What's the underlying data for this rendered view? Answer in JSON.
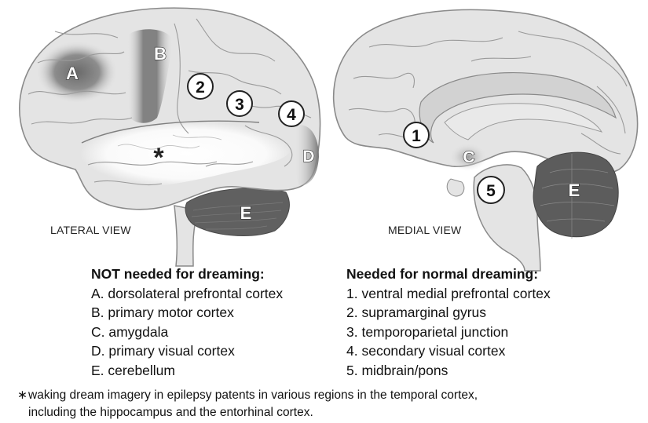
{
  "lateral_view": {
    "caption": "LATERAL VIEW",
    "region_labels": {
      "A": "A",
      "B": "B",
      "D": "D",
      "E": "E"
    },
    "marker_symbol": "*",
    "numbered": [
      "2",
      "3",
      "4"
    ]
  },
  "medial_view": {
    "caption": "MEDIAL VIEW",
    "region_labels": {
      "C": "C",
      "E": "E"
    },
    "numbered": [
      "1",
      "5"
    ]
  },
  "legend_not_needed": {
    "title": "NOT needed for dreaming:",
    "items": [
      "A. dorsolateral prefrontal cortex",
      "B. primary motor cortex",
      "C. amygdala",
      "D. primary visual cortex",
      "E. cerebellum"
    ]
  },
  "legend_needed": {
    "title": "Needed for normal dreaming:",
    "items": [
      "1. ventral medial prefrontal cortex",
      "2. supramarginal gyrus",
      "3. temporoparietal junction",
      "4. secondary visual cortex",
      "5. midbrain/pons"
    ]
  },
  "footnote": {
    "symbol": "∗",
    "line1": "waking dream imagery in epilepsy patents in various regions in the temporal cortex,",
    "line2": "including the hippocampus and the entorhinal cortex."
  },
  "colors": {
    "brain_fill": "#e4e4e4",
    "brain_stroke": "#8a8a8a",
    "highlight_dark": "#6e6e6e",
    "temporal_light": "#f7f7f7",
    "cerebellum": "#5f5f5f"
  }
}
